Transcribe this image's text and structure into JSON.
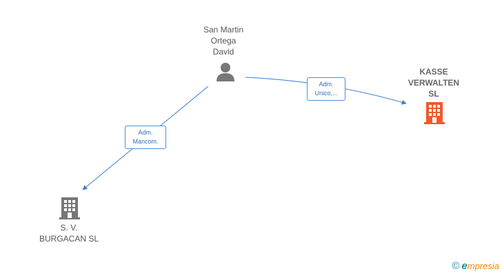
{
  "nodes": {
    "person": {
      "name": "San Martin\nOrtega\nDavid",
      "icon": "person-icon",
      "color": "#777777"
    },
    "kasse": {
      "name": "KASSE\nVERWALTEN\nSL",
      "icon": "building-icon",
      "color": "#f05a28"
    },
    "burgacan": {
      "name": "S. V.\nBURGACAN  SL",
      "icon": "building-icon",
      "color": "#777777"
    }
  },
  "edges": {
    "to_kasse": {
      "line1": "Adm.",
      "line2": "Unico,..."
    },
    "to_burgacan": {
      "line1": "Adm.",
      "line2": "Mancom."
    }
  },
  "colors": {
    "edge": "#3a7fd0",
    "label_border": "#4a90d9"
  },
  "brand": {
    "copyright": "©",
    "first_letter": "e",
    "rest": "mpresia"
  }
}
